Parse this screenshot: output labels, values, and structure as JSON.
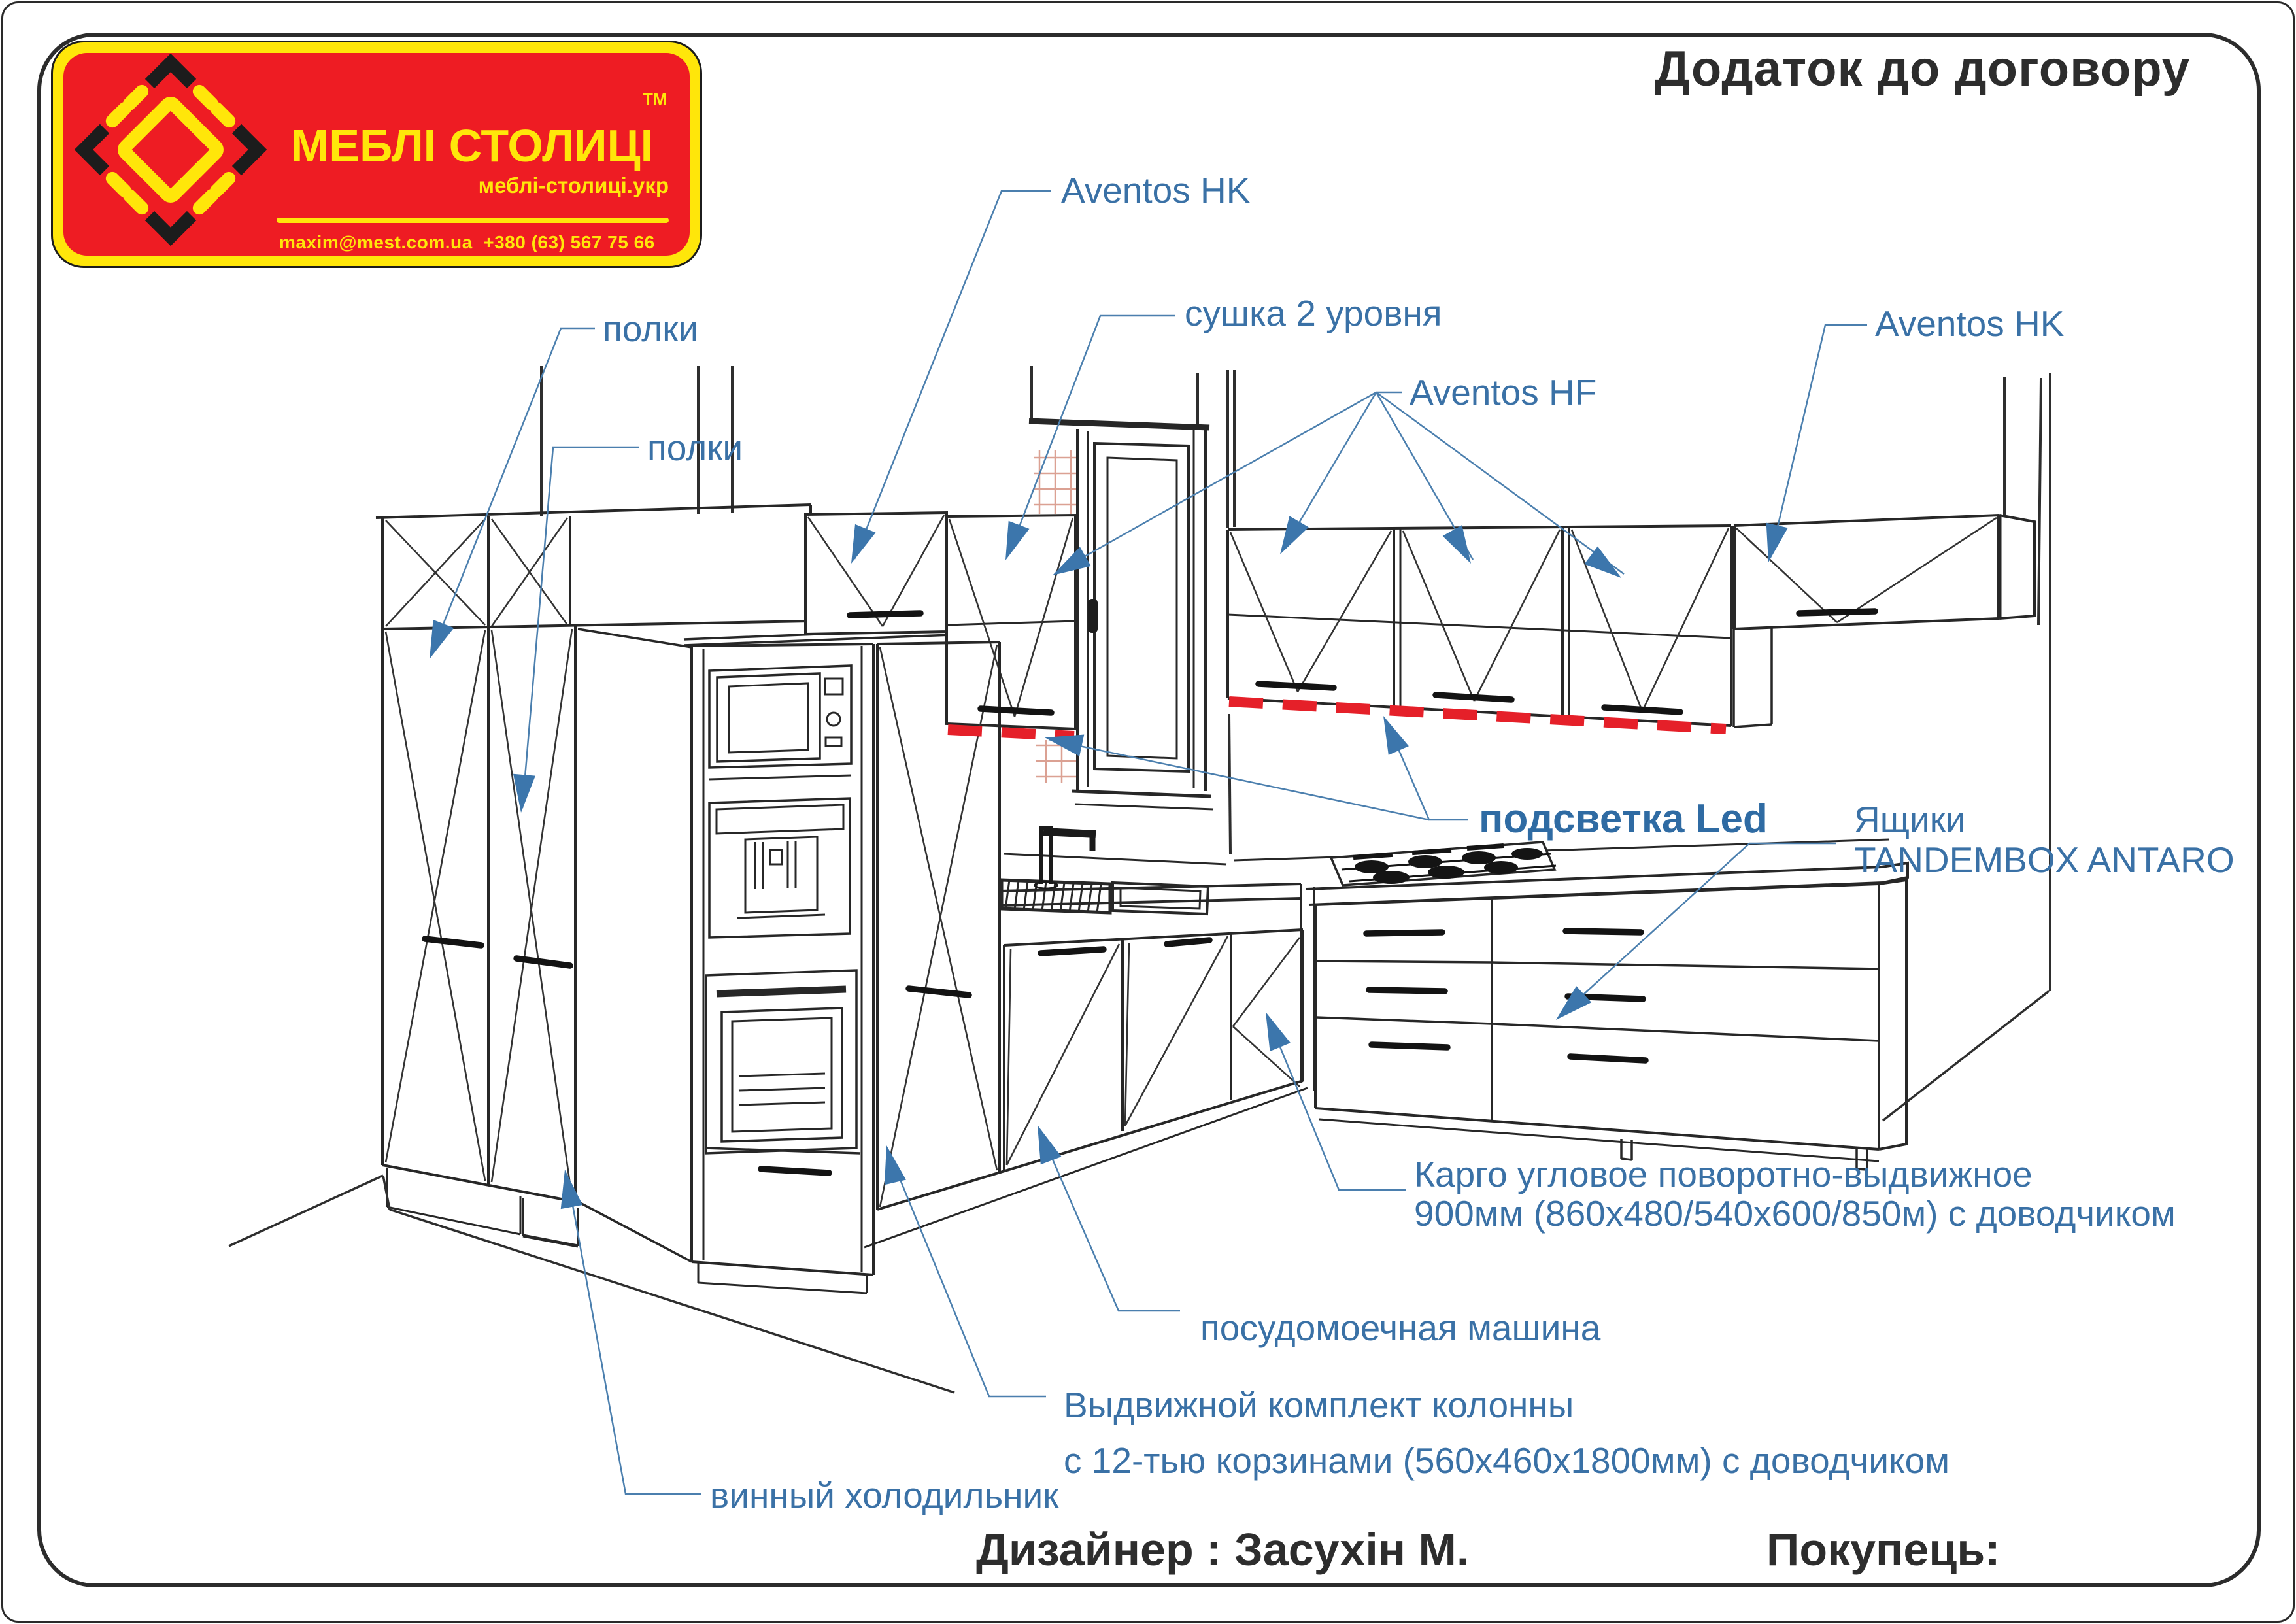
{
  "page": {
    "title": "Додаток до договору"
  },
  "logo": {
    "brand": "МЕБЛІ СТОЛИЦІ",
    "tm": "ТМ",
    "site": "меблі-столиці.укр",
    "contact": "maxim@mest.com.ua  +380 (63) 567 75 66",
    "colors": {
      "red": "#ee1c23",
      "yellow": "#ffe60a",
      "black": "#1c1c1c"
    },
    "emblem_icon": "diamond-logo"
  },
  "callouts": {
    "aventos_hk_top": "Aventos HK",
    "sushka": "сушка 2 уровня",
    "aventos_hf": "Aventos HF",
    "aventos_hk_right": "Aventos HK",
    "polki_upper": "полки",
    "polki_lower": "полки",
    "podsvetka": "подсветка Led",
    "yashchiki_line1": "Ящики",
    "yashchiki_line2": "TANDEMBOX ANTARO",
    "kargo_line1": "Карго угловое поворотно-выдвижное",
    "kargo_line2": "900мм (860х480/540х600/850м) с доводчиком",
    "dishwasher": "посудомоечная машина",
    "column_line1": "Выдвижной комплект колонны",
    "column_line2": "с 12-тью корзинами (560х460х1800мм) с доводчиком",
    "wine_fridge": "винный холодильник"
  },
  "footer": {
    "designer": "Дизайнер : Засухін М.",
    "buyer": "Покупець:"
  },
  "colors": {
    "callout_blue": "#3a71a6",
    "led_red": "#e52029",
    "line_dark": "#272727"
  }
}
